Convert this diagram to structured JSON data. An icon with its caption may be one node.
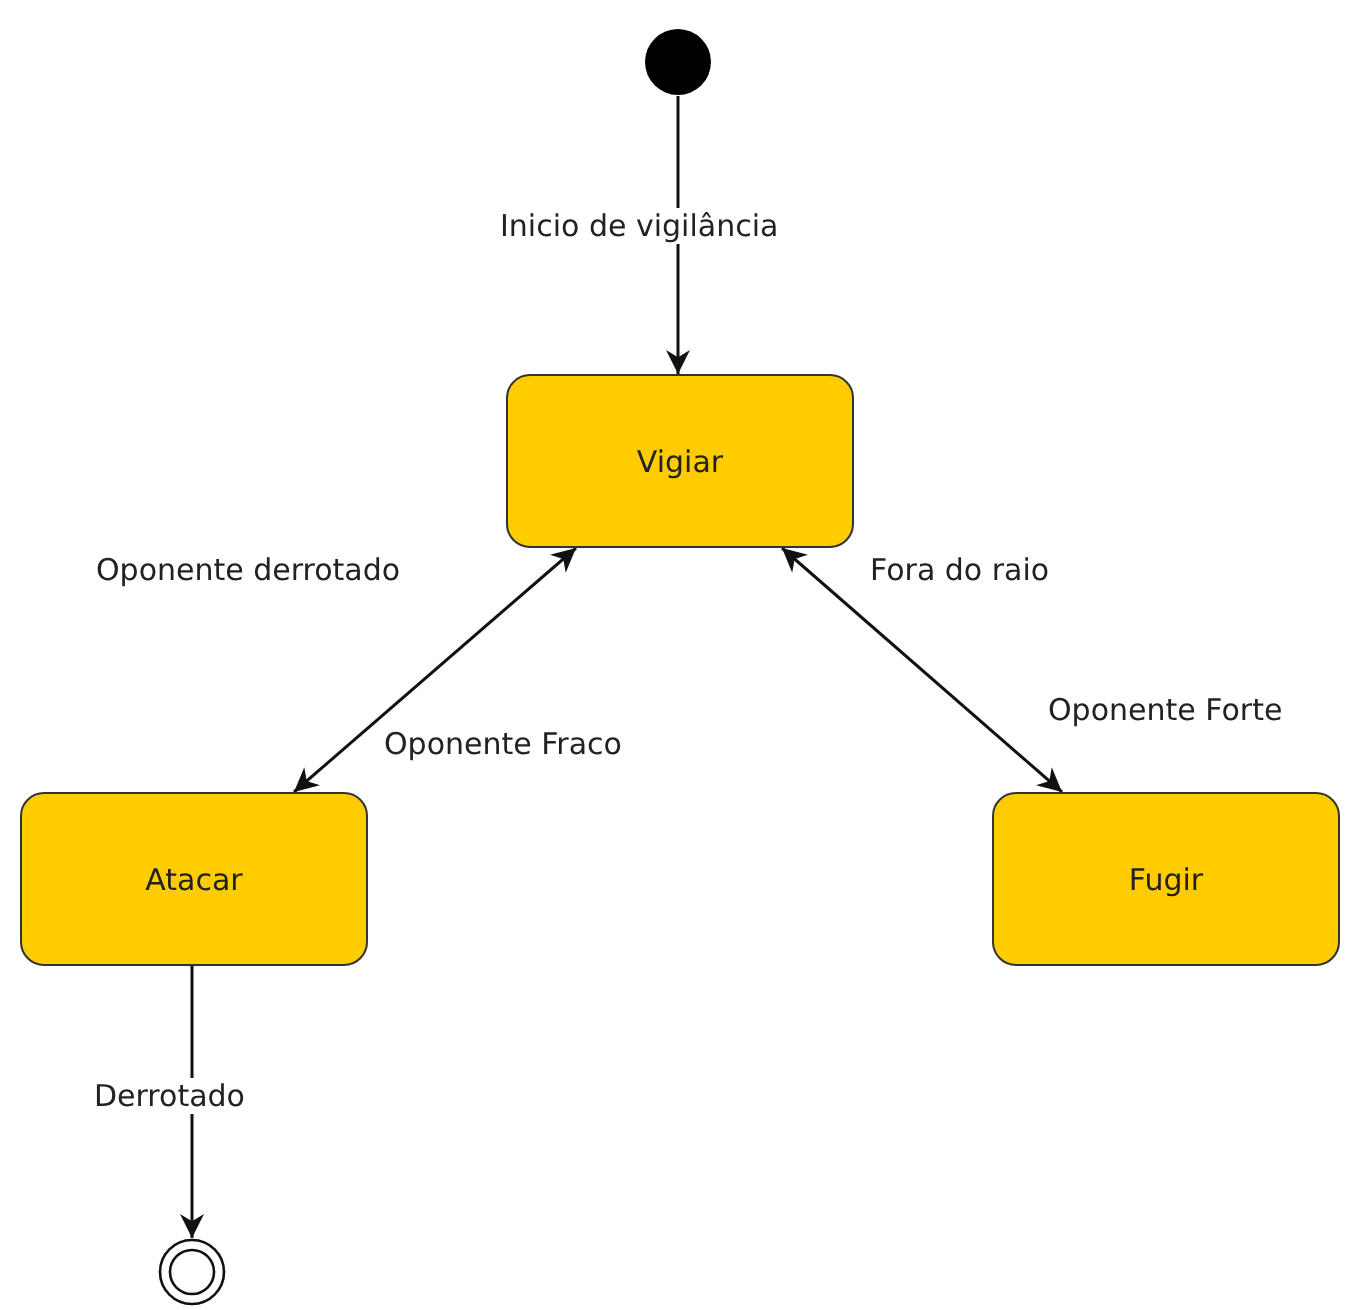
{
  "diagram": {
    "nodes": [
      {
        "text": [],
        "shape": "circle"
      },
      {
        "text": [
          "Vigiar"
        ]
      },
      {
        "text": [
          "Atacar"
        ]
      },
      {
        "text": [
          "Fugir"
        ]
      },
      {
        "text": [],
        "shape": "circle"
      }
    ],
    "edges": [
      {
        "from": 0,
        "to": 1,
        "arrow": "to",
        "label": "Inicio de vigilância"
      },
      {
        "from": 1,
        "to": 2,
        "arrow": "both",
        "label": "Oponente derrotado"
      },
      {
        "from": 1,
        "to": 3,
        "arrow": "both",
        "label": "Fora do raio"
      },
      {
        "from": 2,
        "to": 4,
        "arrow": "to",
        "label": "Derrotado"
      }
    ],
    "labels": [
      "Oponente Fraco",
      "Oponente Forte"
    ]
  }
}
